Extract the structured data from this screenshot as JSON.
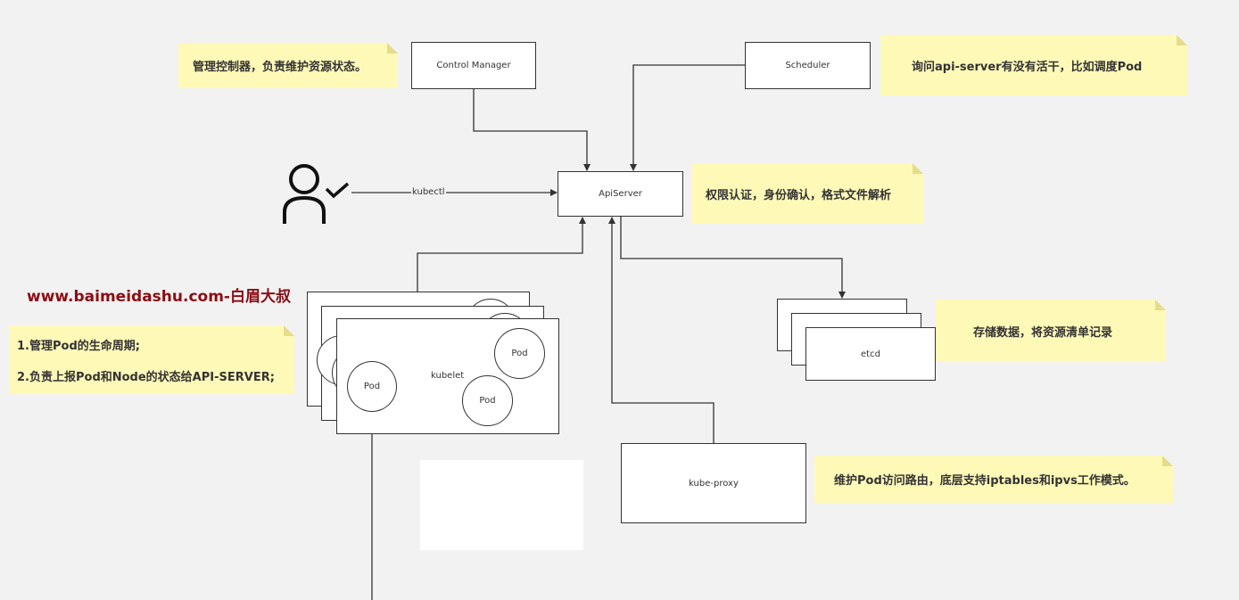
{
  "nodes": {
    "control_manager": "Control Manager",
    "scheduler": "Scheduler",
    "api_server": "ApiServer",
    "kubelet": "kubelet",
    "etcd": "etcd",
    "kube_proxy": "kube-proxy",
    "pod": "Pod"
  },
  "edges": {
    "kubectl": "kubectl"
  },
  "notes": {
    "control_manager": "管理控制器，负责维护资源状态。",
    "scheduler": "询问api-server有没有活干，比如调度Pod",
    "api_server": "权限认证，身份确认，格式文件解析",
    "kubelet_line1": "1.管理Pod的生命周期;",
    "kubelet_line2": "2.负责上报Pod和Node的状态给API-SERVER;",
    "etcd": "存储数据，将资源清单记录",
    "kube_proxy": "维护Pod访问路由，底层支持iptables和ipvs工作模式。"
  },
  "watermark": "www.baimeidashu.com-白眉大叔",
  "colors": {
    "background": "#f2f2f2",
    "note": "#fff9b8",
    "stroke": "#333333",
    "watermark": "#8b0d14"
  }
}
